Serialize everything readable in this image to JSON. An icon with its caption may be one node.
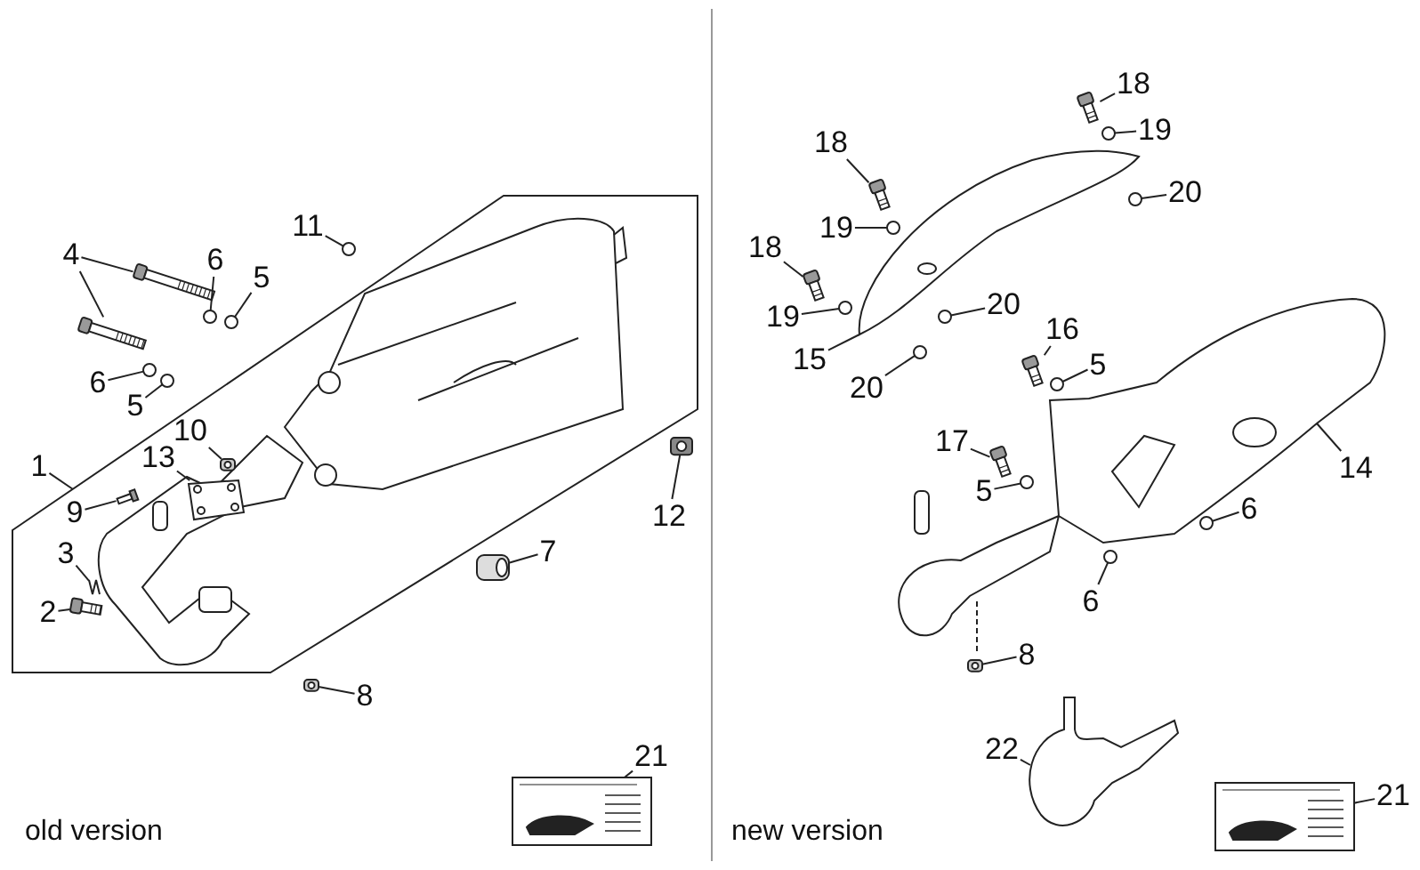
{
  "diagram": {
    "nodes": [
      {
        "text": [],
        "shape": "box"
      },
      {
        "text": [
          "4"
        ]
      },
      {
        "text": [
          "6"
        ]
      },
      {
        "text": [
          "5"
        ]
      },
      {
        "text": [
          "11"
        ]
      },
      {
        "text": [
          "6"
        ]
      },
      {
        "text": [
          "5"
        ]
      },
      {
        "text": [
          "10"
        ],
        "in": 0
      },
      {
        "text": [
          "13"
        ],
        "in": 0
      },
      {
        "text": [
          "1"
        ]
      },
      {
        "text": [
          "9"
        ],
        "in": 0
      },
      {
        "text": [
          "3"
        ],
        "in": 0
      },
      {
        "text": [
          "2"
        ],
        "in": 0
      },
      {
        "text": [
          "12"
        ]
      },
      {
        "text": [
          "7"
        ]
      },
      {
        "text": [
          "8"
        ]
      },
      {
        "text": [
          "18"
        ]
      },
      {
        "text": [
          "19"
        ]
      },
      {
        "text": [
          "18"
        ]
      },
      {
        "text": [
          "20"
        ]
      },
      {
        "text": [
          "19"
        ]
      },
      {
        "text": [
          "18"
        ]
      },
      {
        "text": [
          "20"
        ]
      },
      {
        "text": [
          "19"
        ]
      },
      {
        "text": [
          "15"
        ]
      },
      {
        "text": [
          "16"
        ]
      },
      {
        "text": [
          "20"
        ]
      },
      {
        "text": [
          "5"
        ]
      },
      {
        "text": [
          "17"
        ]
      },
      {
        "text": [
          "5"
        ]
      },
      {
        "text": [
          "6"
        ]
      },
      {
        "text": [
          "14"
        ]
      },
      {
        "text": [
          "6"
        ]
      },
      {
        "text": [
          "8"
        ]
      },
      {
        "text": [
          "22"
        ]
      },
      {
        "text": [
          "21"
        ]
      },
      {
        "text": [
          "21"
        ]
      },
      {
        "text": [],
        "shape": "picture"
      },
      {
        "text": [],
        "shape": "picture"
      },
      {
        "text": [],
        "shape": "circle"
      },
      {
        "text": [],
        "shape": "circle"
      },
      {
        "text": [],
        "shape": "circle"
      },
      {
        "text": [],
        "shape": "circle"
      },
      {
        "text": [],
        "shape": "circle"
      },
      {
        "text": [],
        "shape": "picture",
        "in": 0
      },
      {
        "text": [],
        "shape": "picture",
        "in": 0
      },
      {
        "text": [],
        "shape": "picture",
        "in": 0
      },
      {
        "text": [],
        "shape": "picture",
        "in": 0
      },
      {
        "text": [],
        "shape": "picture"
      },
      {
        "text": [],
        "shape": "picture"
      },
      {
        "text": [],
        "shape": "picture"
      },
      {
        "text": [],
        "shape": "picture"
      },
      {
        "text": [],
        "shape": "circle"
      },
      {
        "text": [],
        "shape": "picture"
      },
      {
        "text": [],
        "shape": "circle"
      },
      {
        "text": [],
        "shape": "circle"
      },
      {
        "text": [],
        "shape": "picture"
      },
      {
        "text": [],
        "shape": "circle"
      },
      {
        "text": [],
        "shape": "circle"
      },
      {
        "text": [],
        "shape": "picture"
      },
      {
        "text": [],
        "shape": "picture"
      },
      {
        "text": [],
        "shape": "circle"
      },
      {
        "text": [],
        "shape": "circle"
      },
      {
        "text": [],
        "shape": "picture"
      },
      {
        "text": [],
        "shape": "circle"
      },
      {
        "text": [],
        "shape": "circle"
      },
      {
        "text": [],
        "shape": "picture"
      },
      {
        "text": [],
        "shape": "circle"
      },
      {
        "text": [],
        "shape": "picture"
      },
      {
        "text": [],
        "shape": "picture"
      },
      {
        "text": [],
        "shape": "picture"
      },
      {
        "text": [],
        "shape": "picture"
      },
      {
        "text": [],
        "shape": "picture",
        "in": 0
      }
    ],
    "edges": [
      {
        "from": 1,
        "to": 37,
        "arrow": "none"
      },
      {
        "from": 1,
        "to": 38,
        "arrow": "none"
      },
      {
        "from": 2,
        "to": 39,
        "arrow": "none"
      },
      {
        "from": 3,
        "to": 40,
        "arrow": "none"
      },
      {
        "from": 4,
        "to": 41,
        "arrow": "none"
      },
      {
        "from": 5,
        "to": 42,
        "arrow": "none"
      },
      {
        "from": 6,
        "to": 43,
        "arrow": "none"
      },
      {
        "from": 7,
        "to": 44,
        "arrow": "none"
      },
      {
        "from": 9,
        "to": 0,
        "arrow": "none"
      },
      {
        "from": 10,
        "to": 45,
        "arrow": "none"
      },
      {
        "from": 11,
        "to": 46,
        "arrow": "none"
      },
      {
        "from": 12,
        "to": 47,
        "arrow": "none"
      },
      {
        "from": 13,
        "to": 48,
        "arrow": "none"
      },
      {
        "from": 14,
        "to": 49,
        "arrow": "none"
      },
      {
        "from": 15,
        "to": 50,
        "arrow": "none"
      },
      {
        "from": 16,
        "to": 51,
        "arrow": "none"
      },
      {
        "from": 17,
        "to": 52,
        "arrow": "none"
      },
      {
        "from": 18,
        "to": 53,
        "arrow": "none"
      },
      {
        "from": 19,
        "to": 54,
        "arrow": "none"
      },
      {
        "from": 20,
        "to": 55,
        "arrow": "none"
      },
      {
        "from": 21,
        "to": 56,
        "arrow": "none"
      },
      {
        "from": 22,
        "to": 57,
        "arrow": "none"
      },
      {
        "from": 23,
        "to": 58,
        "arrow": "none"
      },
      {
        "from": 24,
        "to": 59,
        "arrow": "none"
      },
      {
        "from": 25,
        "to": 60,
        "arrow": "none"
      },
      {
        "from": 26,
        "to": 61,
        "arrow": "none"
      },
      {
        "from": 27,
        "to": 62,
        "arrow": "none"
      },
      {
        "from": 28,
        "to": 63,
        "arrow": "none"
      },
      {
        "from": 29,
        "to": 64,
        "arrow": "none"
      },
      {
        "from": 30,
        "to": 65,
        "arrow": "none"
      },
      {
        "from": 31,
        "to": 66,
        "arrow": "none"
      },
      {
        "from": 32,
        "to": 67,
        "arrow": "none"
      },
      {
        "from": 33,
        "to": 68,
        "arrow": "none"
      },
      {
        "from": 34,
        "to": 69,
        "arrow": "none"
      },
      {
        "from": 35,
        "to": 70,
        "arrow": "none"
      },
      {
        "from": 36,
        "to": 71,
        "arrow": "none"
      },
      {
        "from": 8,
        "to": 72,
        "arrow": "none"
      }
    ],
    "labels": [
      "old version",
      "new version"
    ]
  }
}
